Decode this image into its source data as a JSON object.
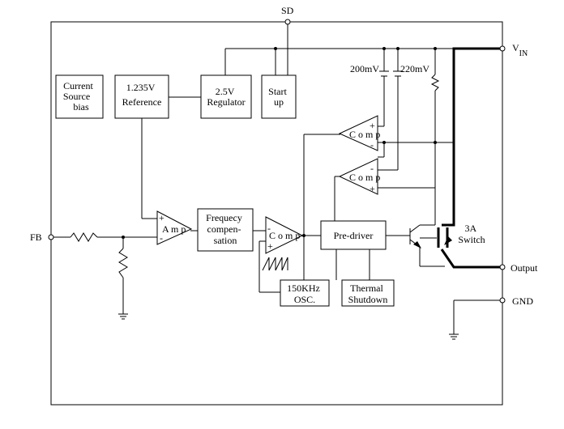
{
  "pins": {
    "sd": "SD",
    "vin": "V",
    "vin_sub": "IN",
    "fb": "FB",
    "output": "Output",
    "gnd": "GND"
  },
  "blocks": {
    "current_source": [
      "Current",
      "Source",
      "bias"
    ],
    "reference": [
      "1.235V",
      "Reference"
    ],
    "regulator": [
      "2.5V",
      "Regulator"
    ],
    "startup": [
      "Start",
      "up"
    ],
    "freq_comp": [
      "Frequecy",
      "compen-",
      "sation"
    ],
    "predriver": "Pre-driver",
    "osc": [
      "150KHz",
      "OSC."
    ],
    "thermal": [
      "Thermal",
      "Shutdown"
    ],
    "switch": [
      "3A",
      "Switch"
    ]
  },
  "sources": {
    "v200": "200mV",
    "v220": "220mV"
  },
  "amps": {
    "amp": "A m p",
    "comp_main": "C o m p",
    "comp_top": "C o m p",
    "comp_mid": "C o m p"
  },
  "signs": {
    "plus": "+",
    "minus": "-"
  }
}
